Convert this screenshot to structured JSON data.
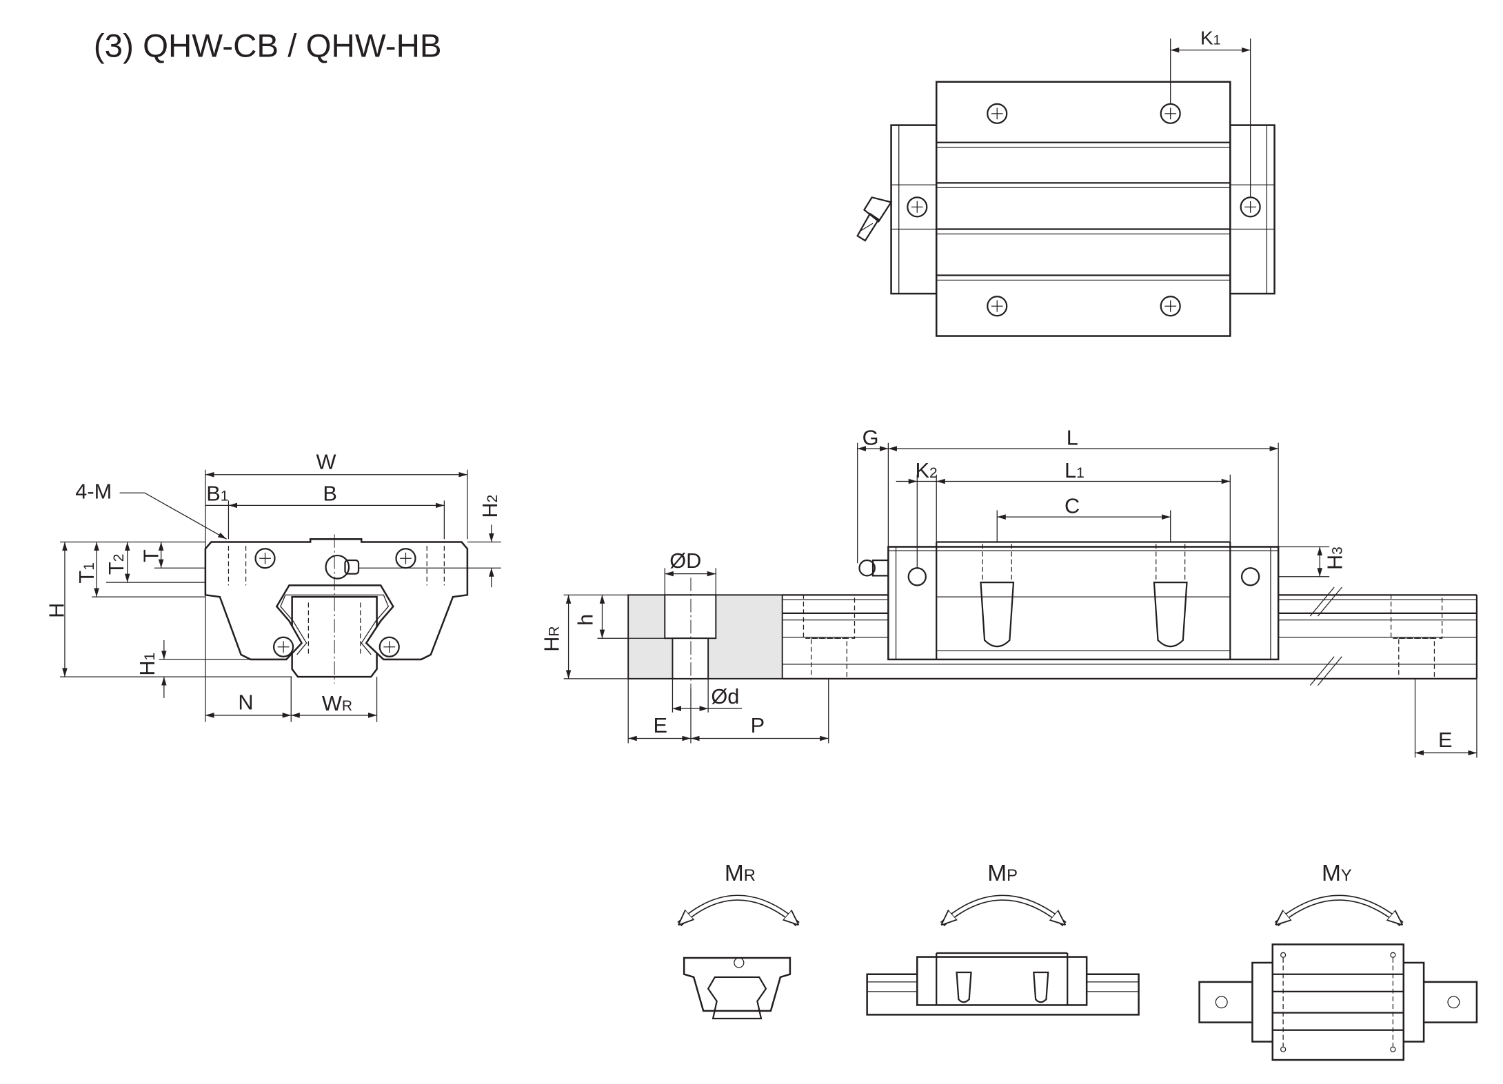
{
  "title": "(3) QHW-CB / QHW-HB",
  "top_view": {
    "k1": "K",
    "k1_sub": "1"
  },
  "front_view": {
    "w": "W",
    "b": "B",
    "b1": "B",
    "b1_sub": "1",
    "m": "4-M",
    "h": "H",
    "h1": "H",
    "h1_sub": "1",
    "h2": "H",
    "h2_sub": "2",
    "t": "T",
    "t1": "T",
    "t1_sub": "1",
    "t2": "T",
    "t2_sub": "2",
    "n": "N",
    "wr": "W",
    "wr_sub": "R"
  },
  "side_view": {
    "g": "G",
    "l": "L",
    "l1": "L",
    "l1_sub": "1",
    "k2": "K",
    "k2_sub": "2",
    "c": "C",
    "h3": "H",
    "h3_sub": "3",
    "d_big": "ØD",
    "d_small": "Ød",
    "h_small": "h",
    "hr": "H",
    "hr_sub": "R",
    "e": "E",
    "p": "P",
    "e_right": "E"
  },
  "moments": [
    {
      "label": "M",
      "sub": "R"
    },
    {
      "label": "M",
      "sub": "P"
    },
    {
      "label": "M",
      "sub": "Y"
    }
  ]
}
